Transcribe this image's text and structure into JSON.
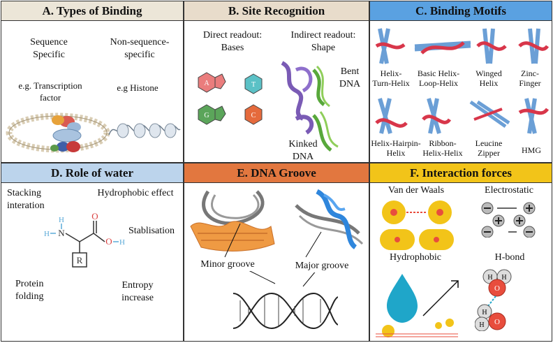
{
  "panels": {
    "a": {
      "title": "A. Types of Binding",
      "seq": "Sequence\nSpecific",
      "nonseq": "Non-sequence-\nspecific",
      "eg1": "e.g. Transcription\nfactor",
      "eg2": "e.g Histone"
    },
    "b": {
      "title": "B. Site Recognition",
      "direct": "Direct readout:\nBases",
      "indirect": "Indirect readout:\nShape",
      "bent": "Bent\nDNA",
      "kinked": "Kinked\nDNA",
      "bases": [
        "A",
        "T",
        "G",
        "C"
      ]
    },
    "c": {
      "title": "C. Binding Motifs",
      "motifs": [
        "Helix-\nTurn-Helix",
        "Basic Helix-\nLoop-Helix",
        "Winged\nHelix",
        "Zinc-\nFinger",
        "Helix-Hairpin-\nHelix",
        "Ribbon-\nHelix-Helix",
        "Leucine\nZipper",
        "HMG"
      ]
    },
    "d": {
      "title": "D. Role of water",
      "stacking": "Stacking\ninteration",
      "hydrophobic": "Hydrophobic effect",
      "stab": "Stablisation",
      "folding": "Protein\nfolding",
      "entropy": "Entropy\nincrease",
      "atoms": {
        "h": "H",
        "n": "N",
        "o": "O",
        "r": "R"
      }
    },
    "e": {
      "title": "E. DNA Groove",
      "minor": "Minor groove",
      "major": "Major groove"
    },
    "f": {
      "title": "F. Interaction forces",
      "vdw": "Van der Waals",
      "electro": "Electrostatic",
      "hydro": "Hydrophobic",
      "hbond": "H-bond"
    }
  },
  "colors": {
    "a": "#ece6d8",
    "b": "#e8dccb",
    "c": "#5aa1e1",
    "d": "#bcd4ec",
    "e": "#e2773f",
    "f": "#f2c419"
  }
}
